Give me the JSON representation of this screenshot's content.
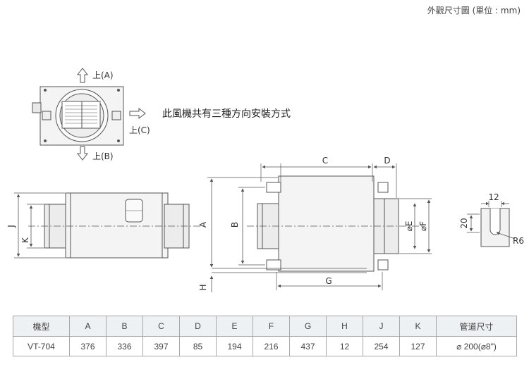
{
  "title": "外觀尺寸圖 (單位 : mm)",
  "install_note": "此風機共有三種方向安裝方式",
  "directions": {
    "up_a": "上(A)",
    "up_b": "上(B)",
    "up_c": "上(C)"
  },
  "dimension_labels": {
    "A": "A",
    "B": "B",
    "C": "C",
    "D": "D",
    "E": "⌀E",
    "F": "⌀F",
    "G": "G",
    "H": "H",
    "J": "J",
    "K": "K"
  },
  "detail": {
    "width": "12",
    "height": "20",
    "radius": "R6"
  },
  "colors": {
    "line": "#555555",
    "body_fill": "#f2f2f2",
    "table_header_bg": "#eef1f4",
    "table_border": "#a8a8a8"
  },
  "table": {
    "headers": [
      "機型",
      "A",
      "B",
      "C",
      "D",
      "E",
      "F",
      "G",
      "H",
      "J",
      "K",
      "管道尺寸"
    ],
    "rows": [
      [
        "VT-704",
        "376",
        "336",
        "397",
        "85",
        "194",
        "216",
        "437",
        "12",
        "254",
        "127",
        "⌀ 200(⌀8\")"
      ]
    ]
  }
}
